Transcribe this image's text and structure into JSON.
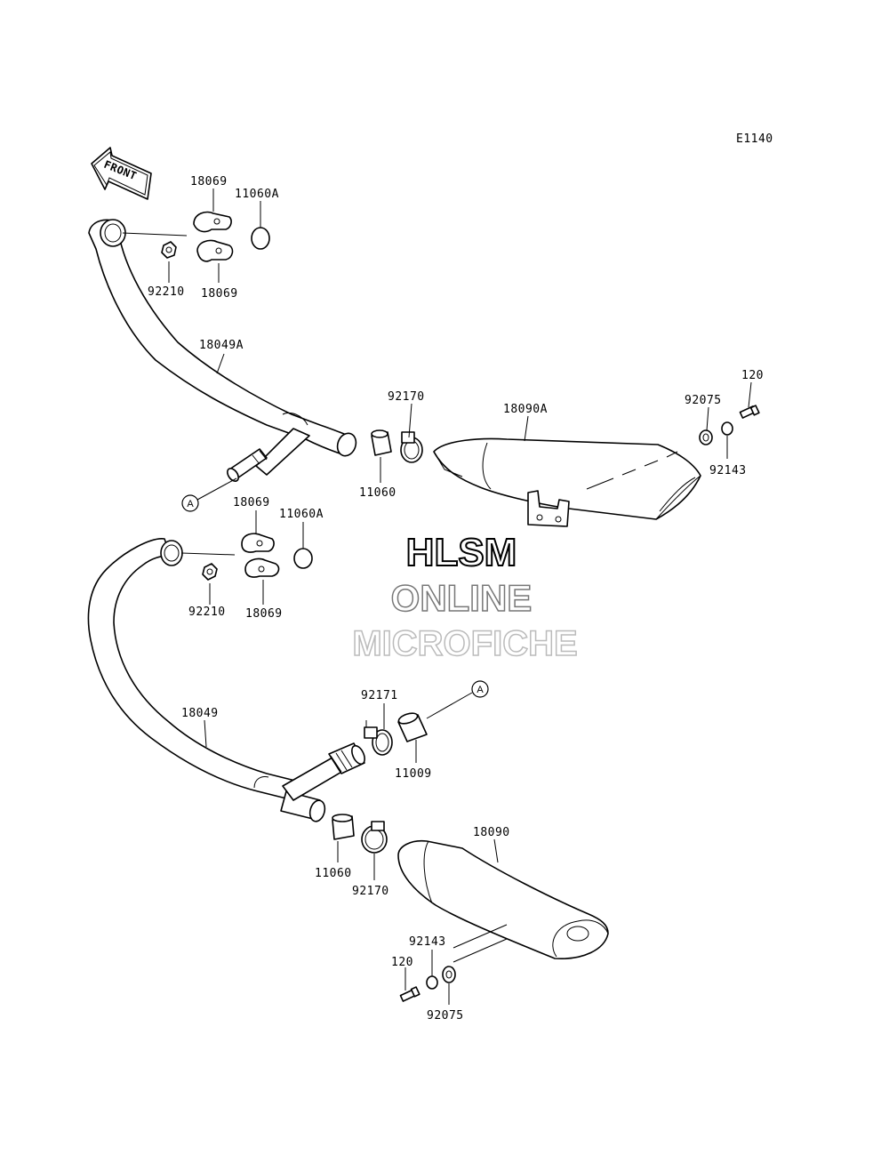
{
  "diagram_code": "E1140",
  "front_arrow_text": "FRONT",
  "ref_marker": "A",
  "watermark": {
    "line1": "HLSM",
    "line2": "ONLINE",
    "line3": "MICROFICHE",
    "colors": {
      "line1": "#000000",
      "line2": "#777777",
      "line3": "#bbbbbb"
    }
  },
  "labels": {
    "p18069_upper_top": "18069",
    "p11060A_upper": "11060A",
    "p92210_upper": "92210",
    "p18069_upper_bottom": "18069",
    "p18049A": "18049A",
    "p92170_upper": "92170",
    "p18090A": "18090A",
    "p92075_upper": "92075",
    "p120_upper": "120",
    "p92143_upper": "92143",
    "p11060_upper": "11060",
    "p18069_lower_top": "18069",
    "p11060A_lower": "11060A",
    "p92210_lower": "92210",
    "p18069_lower_bottom": "18069",
    "p92171": "92171",
    "p18049": "18049",
    "p11009": "11009",
    "p18090": "18090",
    "p11060_lower": "11060",
    "p92170_lower": "92170",
    "p92143_lower": "92143",
    "p120_lower": "120",
    "p92075_lower": "92075"
  }
}
